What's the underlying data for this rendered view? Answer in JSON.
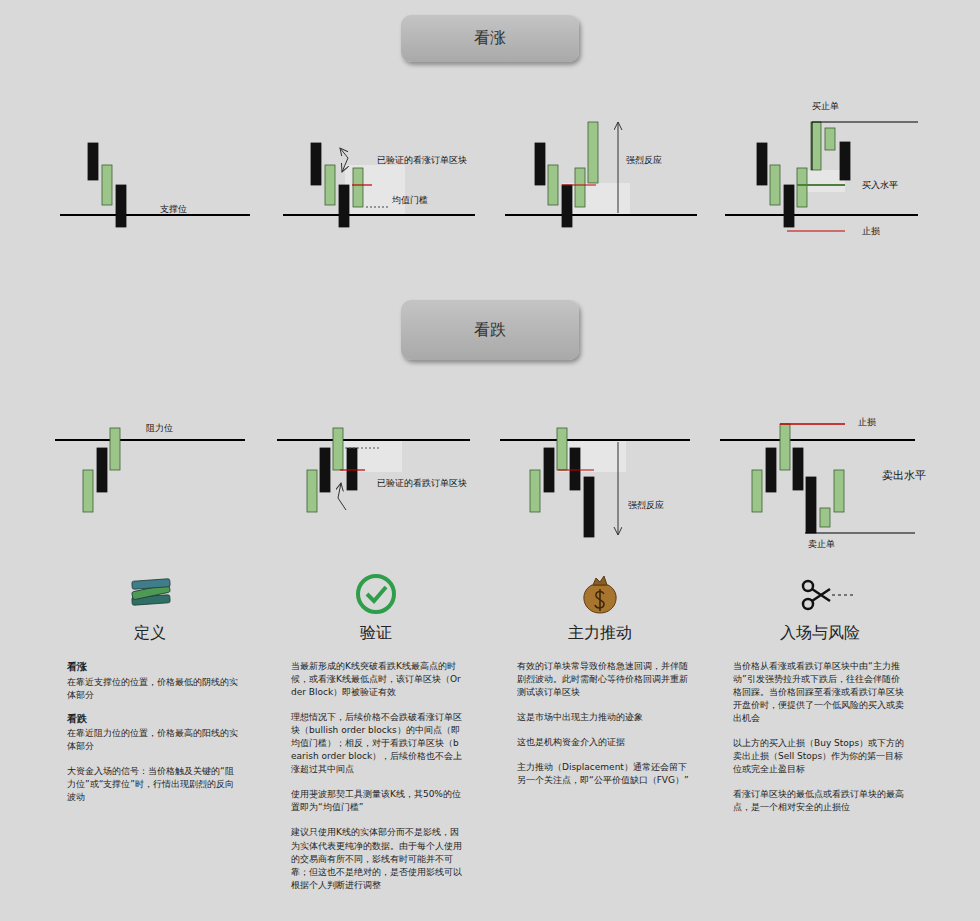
{
  "diagram": {
    "nodes": [
      {
        "text": [
          "看涨"
        ]
      },
      {
        "text": [
          "看跌"
        ]
      }
    ],
    "labels": [
      "支撑位",
      "已验证的看涨订单区块",
      "均值门槛",
      "强烈反应",
      "买止单",
      "买入水平",
      "止损",
      "阻力位",
      "已验证的看跌订单区块",
      "强烈反应",
      "止损",
      "卖出水平",
      "卖止单",
      "定义",
      "看涨",
      "在靠近支撑位的位置，价格最低的阴线的实体部分",
      "看跌",
      "在靠近阻力位的位置，价格最高的阳线的实体部分",
      "大资金入场的信号：当价格触及关键的“阻力位”或“支撑位”时，行情出现剧烈的反向波动",
      "验证",
      "当最新形成的K线突破看跌K线最高点的时候，或看涨K线最低点时，该订单区块（Order Block）即被验证有效",
      "理想情况下，后续价格不会跌破看涨订单区块（bullish order blocks）的中间点（即均值门槛）；相反，对于看跌订单区块（bearish order block），后续价格也不会上涨超过其中间点",
      "使用斐波那契工具测量该K线，其50%的位置即为“均值门槛”",
      "建议只使用K线的实体部分而不是影线，因为实体代表更纯净的数据。由于每个人使用的交易商有所不同，影线有时可能并不可靠；但这也不是绝对的，是否使用影线可以根据个人判断进行调整",
      "主力推动",
      "有效的订单块常导致价格急速回调，并伴随剧烈波动。此时需耐心等待价格回调并重新测试该订单区块",
      "这是市场中出现主力推动的迹象",
      "这也是机构资金介入的证据",
      "主力推动（Displacement）通常还会留下另一个关注点，即“公平价值缺口（FVG）”",
      "入场与风险",
      "当价格从看涨或看跌订单区块中由“主力推动”引发强势拉升或下跌后，往往会伴随价格回踩。当价格回踩至看涨或看跌订单区块开盘价时，便提供了一个低风险的买入或卖出机会",
      "以上方的买入止损（Buy Stops）或下方的卖出止损（Sell Stops）作为你的第一目标位或完全止盈目标",
      "看涨订单区块的最低点或看跌订单块的最高点，是一个相对安全的止损位"
    ]
  }
}
